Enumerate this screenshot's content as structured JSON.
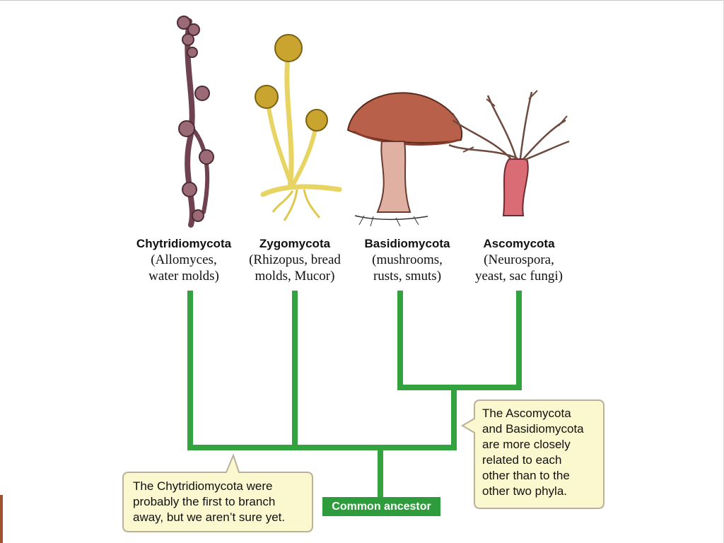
{
  "phyla": [
    {
      "name": "Chytridiomycota",
      "line1": "(Allomyces,",
      "line2": "water molds)"
    },
    {
      "name": "Zygomycota",
      "line1": "(Rhizopus, bread",
      "line2": "molds, Mucor)"
    },
    {
      "name": "Basidiomycota",
      "line1": "(mushrooms,",
      "line2": "rusts, smuts)"
    },
    {
      "name": "Ascomycota",
      "line1": "(Neurospora,",
      "line2": "yeast, sac fungi)"
    }
  ],
  "callouts": {
    "left": [
      "The Chytridiomycota were",
      "probably the first to branch",
      "away, but we aren’t sure yet."
    ],
    "right": [
      "The Ascomycota",
      "and Basidiomycota",
      "are more closely",
      "related to each",
      "other than to the",
      "other two phyla."
    ]
  },
  "root_label": "Common ancestor",
  "colors": {
    "tree": "#33a33f",
    "callout_fill": "#fbf7cf",
    "callout_border": "#b9b19a",
    "ancestor_fill": "#2e9b3c"
  },
  "icons": [
    "allomyces-icon",
    "rhizopus-icon",
    "mushroom-icon",
    "neurospora-icon"
  ]
}
